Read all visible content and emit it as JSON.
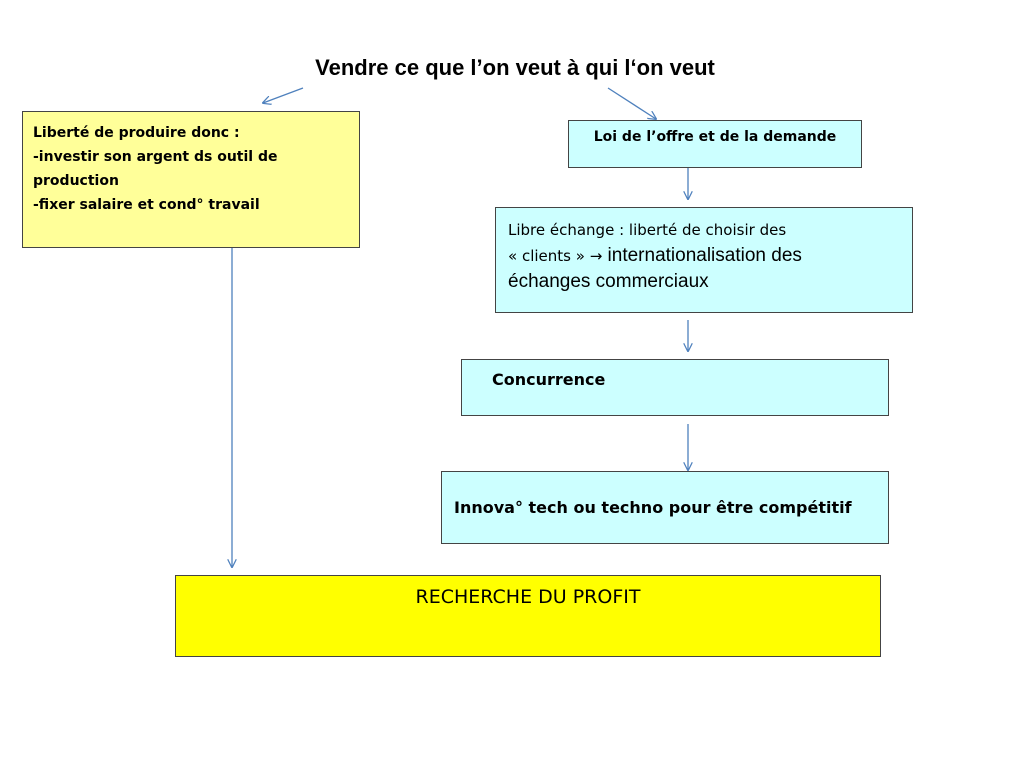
{
  "title": "Vendre ce que l’on veut à qui l‘on veut",
  "boxes": {
    "production": {
      "lines": [
        "Liberté de produire donc :",
        "-investir son argent ds outil de",
        "production",
        "-fixer salaire et cond° travail"
      ]
    },
    "law": {
      "text": "Loi de l’offre et de la demande"
    },
    "free_trade": {
      "line1": "Libre échange : liberté de choisir des",
      "line2_start": "« clients » ",
      "arrow": "→",
      "line2_end": " internationalisation des",
      "line3": "échanges commerciaux"
    },
    "competition": {
      "text": "Concurrence"
    },
    "innovation": {
      "text": "Innova° tech ou techno pour être compétitif"
    },
    "profit": {
      "text": "RECHERCHE DU PROFIT"
    }
  },
  "colors": {
    "arrow": "#4f81bd",
    "pale_yellow": "#ffff99",
    "cyan": "#ccffff",
    "yellow": "#ffff00"
  }
}
